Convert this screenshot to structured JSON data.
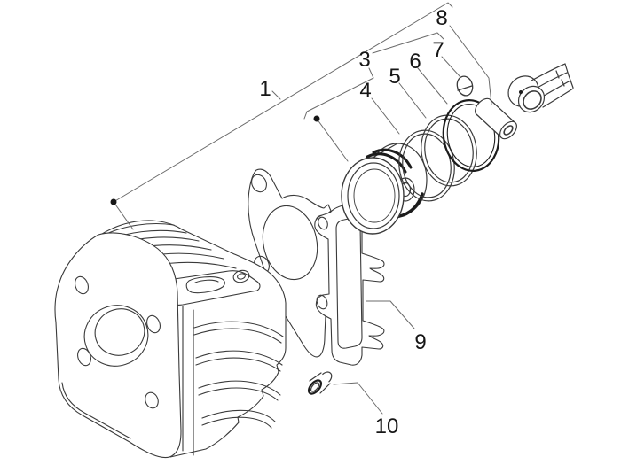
{
  "figure": {
    "kind": "exploded-parts-diagram",
    "subject": "cylinder-piston-assembly"
  },
  "colors": {
    "background": "#ffffff",
    "line": "#3a3a3a",
    "dark_accent": "#1c1c1c",
    "leader": "#6b6b6b",
    "label": "#161616"
  },
  "callouts": [
    {
      "number": "1",
      "part": "cylinder-block"
    },
    {
      "number": "3",
      "part": "piston"
    },
    {
      "number": "4",
      "part": "piston-ring-1"
    },
    {
      "number": "5",
      "part": "piston-ring-2"
    },
    {
      "number": "6",
      "part": "piston-ring-3"
    },
    {
      "number": "7",
      "part": "circlip"
    },
    {
      "number": "8",
      "part": "wrist-pin"
    },
    {
      "number": "9",
      "part": "base-gasket"
    },
    {
      "number": "10",
      "part": "dowel-bushing"
    }
  ]
}
